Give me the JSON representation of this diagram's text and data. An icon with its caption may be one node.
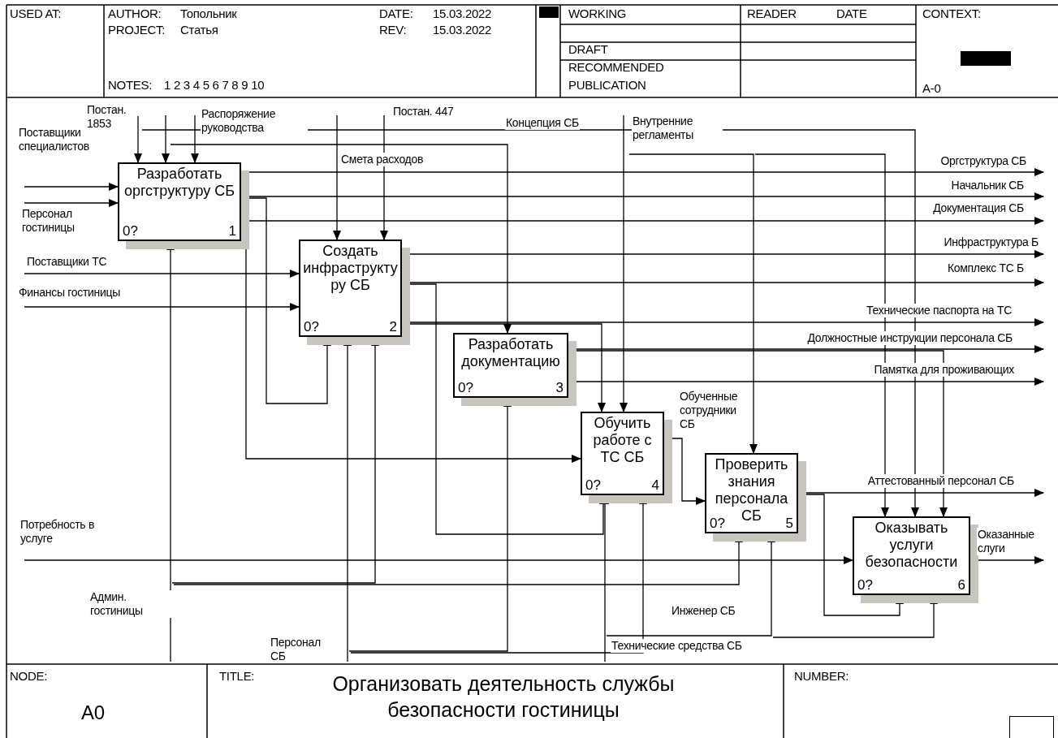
{
  "diagram": {
    "title": "Организовать деятельность службы безопасности гостиницы",
    "nodes": [
      {
        "text": [
          "Разработать оргструктуру СБ",
          "0?",
          "1"
        ]
      },
      {
        "text": [
          "Создать инфраструктуру СБ",
          "0?",
          "2"
        ]
      },
      {
        "text": [
          "Разработать документацию",
          "0?",
          "3"
        ]
      },
      {
        "text": [
          "Обучить работе с ТС СБ",
          "0?",
          "4"
        ]
      },
      {
        "text": [
          "Проверить знания персонала СБ",
          "0?",
          "5"
        ]
      },
      {
        "text": [
          "Оказывать услуги безопасности",
          "0?",
          "6"
        ]
      }
    ],
    "edges": [
      {
        "from": null,
        "to": 0,
        "arrow": "to",
        "label": "Поставщики специалистов"
      },
      {
        "from": null,
        "to": 0,
        "arrow": "to",
        "label": "Персонал гостиницы"
      },
      {
        "from": null,
        "to": 1,
        "arrow": "to",
        "label": "Поставщики ТС"
      },
      {
        "from": null,
        "to": 1,
        "arrow": "to",
        "label": "Финансы гостиницы"
      },
      {
        "from": null,
        "to": 5,
        "arrow": "to",
        "label": "Потребность в услуге"
      },
      {
        "from": null,
        "to": 0,
        "arrow": "to",
        "label": "Постан. 1853"
      },
      {
        "from": null,
        "to": 5,
        "arrow": "to"
      },
      {
        "from": null,
        "to": 0,
        "arrow": "to"
      },
      {
        "from": null,
        "to": 2,
        "arrow": "to",
        "label": "Концепция СБ"
      },
      {
        "from": null,
        "to": 0,
        "arrow": "to",
        "label": "Распоряжение руководства"
      },
      {
        "from": null,
        "to": 1,
        "arrow": "to",
        "label": "Смета расходов"
      },
      {
        "from": null,
        "to": 1,
        "arrow": "to",
        "label": "Постан. 447"
      },
      {
        "from": null,
        "to": 3,
        "arrow": "to",
        "label": "Внутренние регламенты"
      },
      {
        "from": null,
        "to": 4,
        "arrow": "to"
      },
      {
        "from": null,
        "to": 5,
        "arrow": "to"
      },
      {
        "from": 0,
        "to": null,
        "arrow": "to",
        "label": "Оргструктура СБ"
      },
      {
        "from": 0,
        "to": 3,
        "arrow": "to"
      },
      {
        "from": 0,
        "to": null,
        "arrow": "to",
        "label": "Начальник СБ"
      },
      {
        "from": 0,
        "to": 1,
        "arrow": "to"
      },
      {
        "from": 0,
        "to": null,
        "arrow": "to",
        "label": "Документация СБ"
      },
      {
        "from": 1,
        "to": null,
        "arrow": "to",
        "label": "Инфраструктура Б"
      },
      {
        "from": 1,
        "to": null,
        "arrow": "to",
        "label": "Комплекс ТС Б"
      },
      {
        "from": 1,
        "to": 3,
        "arrow": "to"
      },
      {
        "from": 1,
        "to": null,
        "arrow": "to",
        "label": "Технические паспорта на ТС"
      },
      {
        "from": 1,
        "to": 3,
        "arrow": "to"
      },
      {
        "from": 2,
        "to": null,
        "arrow": "to",
        "label": "Должностные инструкции персонала СБ"
      },
      {
        "from": 2,
        "to": 5,
        "arrow": "to"
      },
      {
        "from": 2,
        "to": null,
        "arrow": "to",
        "label": "Памятка для проживающих"
      },
      {
        "from": 3,
        "to": 4,
        "arrow": "to",
        "label": "Обученные сотрудники СБ"
      },
      {
        "from": 4,
        "to": null,
        "arrow": "to",
        "label": "Аттестованный персонал СБ"
      },
      {
        "from": 4,
        "to": 5,
        "arrow": "to"
      },
      {
        "from": 5,
        "to": null,
        "arrow": "to",
        "label": "Оказанные слуги"
      },
      {
        "from": null,
        "to": 0,
        "arrow": "to",
        "label": "Админ. гостиницы"
      },
      {
        "from": null,
        "to": 1,
        "arrow": "to"
      },
      {
        "from": null,
        "to": 4,
        "arrow": "to"
      },
      {
        "from": null,
        "to": 1,
        "arrow": "to",
        "label": "Персонал СБ"
      },
      {
        "from": null,
        "to": 2,
        "arrow": "to"
      },
      {
        "from": null,
        "to": 3,
        "arrow": "to",
        "label": "Инженер СБ"
      },
      {
        "from": null,
        "to": 3,
        "arrow": "to",
        "label": "Технические средства СБ"
      },
      {
        "from": null,
        "to": 4,
        "arrow": "to"
      },
      {
        "from": null,
        "to": 5,
        "arrow": "to"
      }
    ],
    "labels": [
      "USED AT:",
      "AUTHOR:",
      "Топольник",
      "DATE:",
      "15.03.2022",
      "WORKING",
      "READER",
      "DATE",
      "CONTEXT:",
      "PROJECT:",
      "Статья",
      "REV:",
      "15.03.2022",
      "DRAFT",
      "RECOMMENDED",
      "NOTES:",
      "1 2 3 4 5 6 7 8 9 10",
      "PUBLICATION",
      "A-0",
      "NODE:",
      "A0",
      "TITLE:",
      "NUMBER:"
    ]
  }
}
